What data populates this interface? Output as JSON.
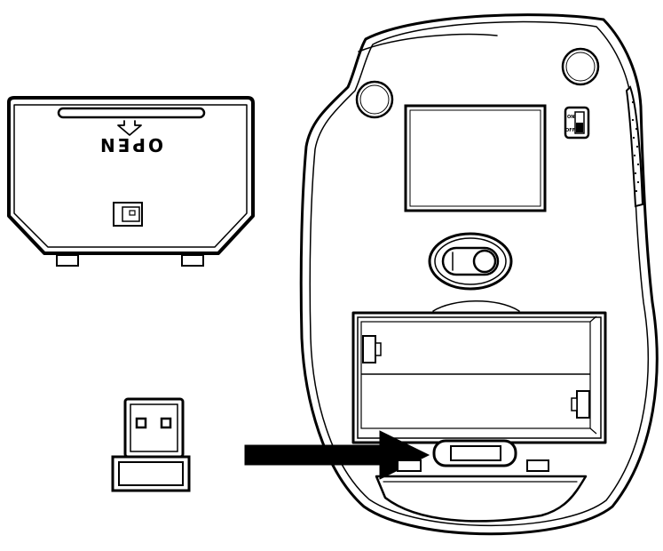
{
  "figure": {
    "cover_label": "OPEN",
    "switch_labels": [
      "ON",
      "OFF"
    ],
    "ink_color": "#000000",
    "background_color": "#ffffff",
    "icons": [
      "battery-cover",
      "usb-receiver",
      "mouse-underside",
      "insertion-arrow"
    ]
  }
}
